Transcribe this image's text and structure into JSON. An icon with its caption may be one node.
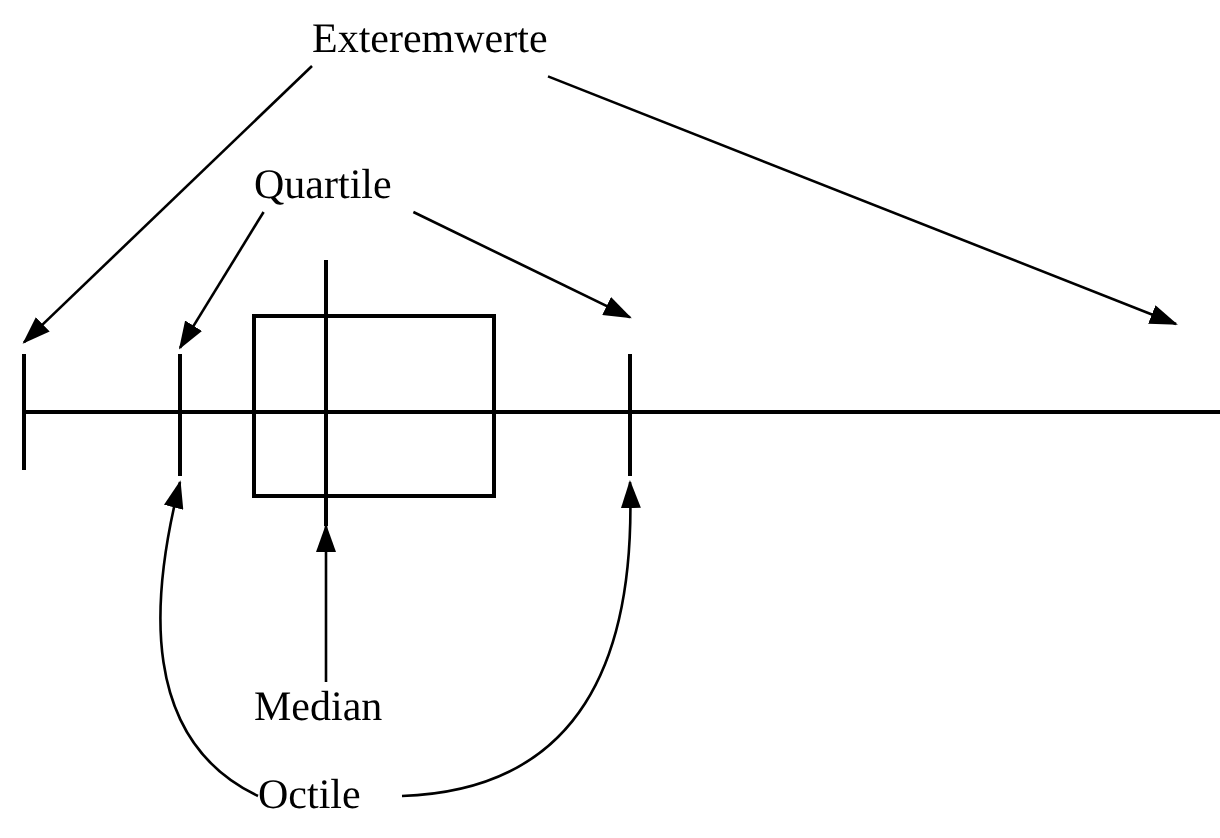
{
  "diagram": {
    "nodes": [
      {
        "text": [
          "Exteremwerte"
        ]
      },
      {
        "text": [
          "Quartile"
        ]
      },
      {
        "text": [],
        "shape": "bar"
      },
      {
        "text": [],
        "shape": "bar"
      },
      {
        "text": [],
        "shape": "box"
      },
      {
        "text": [],
        "shape": "bar"
      },
      {
        "text": [],
        "shape": "bar"
      },
      {
        "text": [
          "Median"
        ]
      },
      {
        "text": [
          "Octile"
        ]
      }
    ],
    "edges": [
      {
        "from": 0,
        "to": 2,
        "arrow": "to"
      },
      {
        "from": 0,
        "to": null,
        "arrow": "to"
      },
      {
        "from": 1,
        "to": 3,
        "arrow": "to"
      },
      {
        "from": 1,
        "to": 6,
        "arrow": "to"
      },
      {
        "from": 7,
        "to": 5,
        "arrow": "to"
      },
      {
        "from": 8,
        "to": 3,
        "arrow": "to"
      },
      {
        "from": 8,
        "to": 6,
        "arrow": "to"
      }
    ]
  }
}
